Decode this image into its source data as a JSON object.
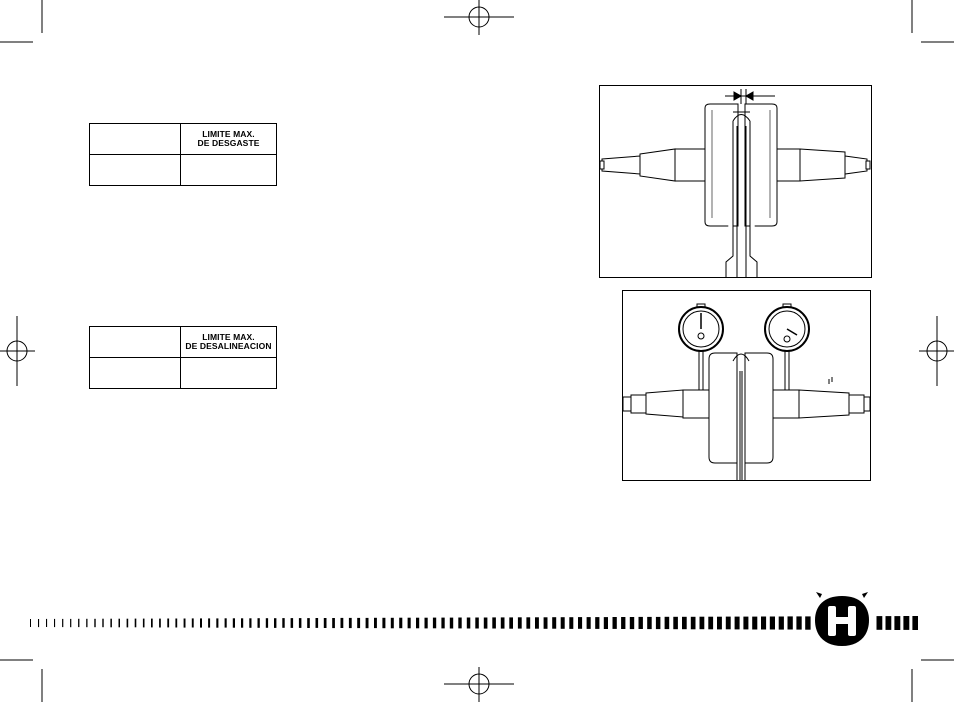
{
  "tables": [
    {
      "header_left": "",
      "header_right_line1": "LIMITE MAX.",
      "header_right_line2": "DE DESGASTE",
      "value_left": "",
      "value_right": ""
    },
    {
      "header_left": "",
      "header_right_line1": "LIMITE MAX.",
      "header_right_line2": "DE DESALINEACION",
      "value_left": "",
      "value_right": ""
    }
  ],
  "figures": [
    {
      "icon": "crankshaft-gap-measurement-illustration"
    },
    {
      "icon": "crankshaft-dial-gauge-alignment-illustration"
    }
  ],
  "footer": {
    "logo_icon": "husqvarna-h-logo",
    "tick_bar": "progressive dashed bar"
  },
  "colors": {
    "ink": "#000000",
    "paper": "#ffffff"
  }
}
